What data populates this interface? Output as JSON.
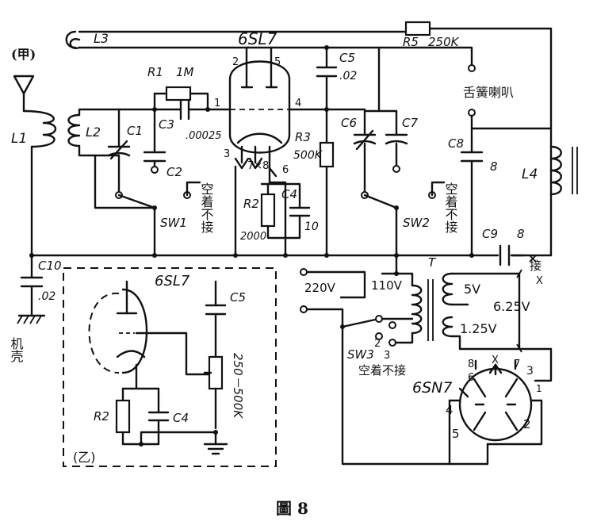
{
  "labels": {
    "part_a": "(甲)",
    "part_b": "(乙)",
    "figure_title": "圖 8",
    "tube_main": "6SL7",
    "tube_inset": "6SL7",
    "tube_rect": "6SN7",
    "L1": "L1",
    "L2": "L2",
    "L3": "L3",
    "L4": "L4",
    "R1": "R1",
    "R1_value": "1M",
    "R2": "R2",
    "R2_value": "2000",
    "R3": "R3",
    "R3_value": "500K",
    "R5": "R5",
    "R5_value": "250K",
    "C1": "C1",
    "C2": "C2",
    "C3": "C3",
    "C3_value": ".00025",
    "C4": "C4",
    "C4_value": "10",
    "C5": "C5",
    "C5_value": ".02",
    "C6": "C6",
    "C7": "C7",
    "C8": "C8",
    "C8_value": "8",
    "C9": "C9",
    "C9_value": "8",
    "C10": "C10",
    "C10_value": ".02",
    "SW1": "SW1",
    "SW2": "SW2",
    "SW3": "SW3",
    "unused_1": "空着不接",
    "unused_2": "空着不接",
    "unused_3": "空着不接",
    "speaker": "舌簧喇叭",
    "chassis": "机壳",
    "transformer": "T",
    "mains": "220V",
    "tap_110": "110V",
    "v_5": "5V",
    "v_625": "6.25V",
    "v_125": "1.25V",
    "heater_note": "7×8",
    "pot_range": "250－500K",
    "connect_x": "接",
    "x_mark_1": "X",
    "x_mark_2": "X",
    "sw3_pos2": "2",
    "sw3_pos3": "3",
    "pin_2": "2",
    "pin_5": "5",
    "pin_1": "1",
    "pin_4": "4",
    "pin_3": "3",
    "pin_6": "6",
    "r_pin_8": "8",
    "r_pin_6": "6",
    "r_pin_7": "7",
    "r_pin_3": "3",
    "r_pin_1": "1",
    "r_pin_4": "4",
    "r_pin_5": "5",
    "r_pin_2": "2"
  }
}
